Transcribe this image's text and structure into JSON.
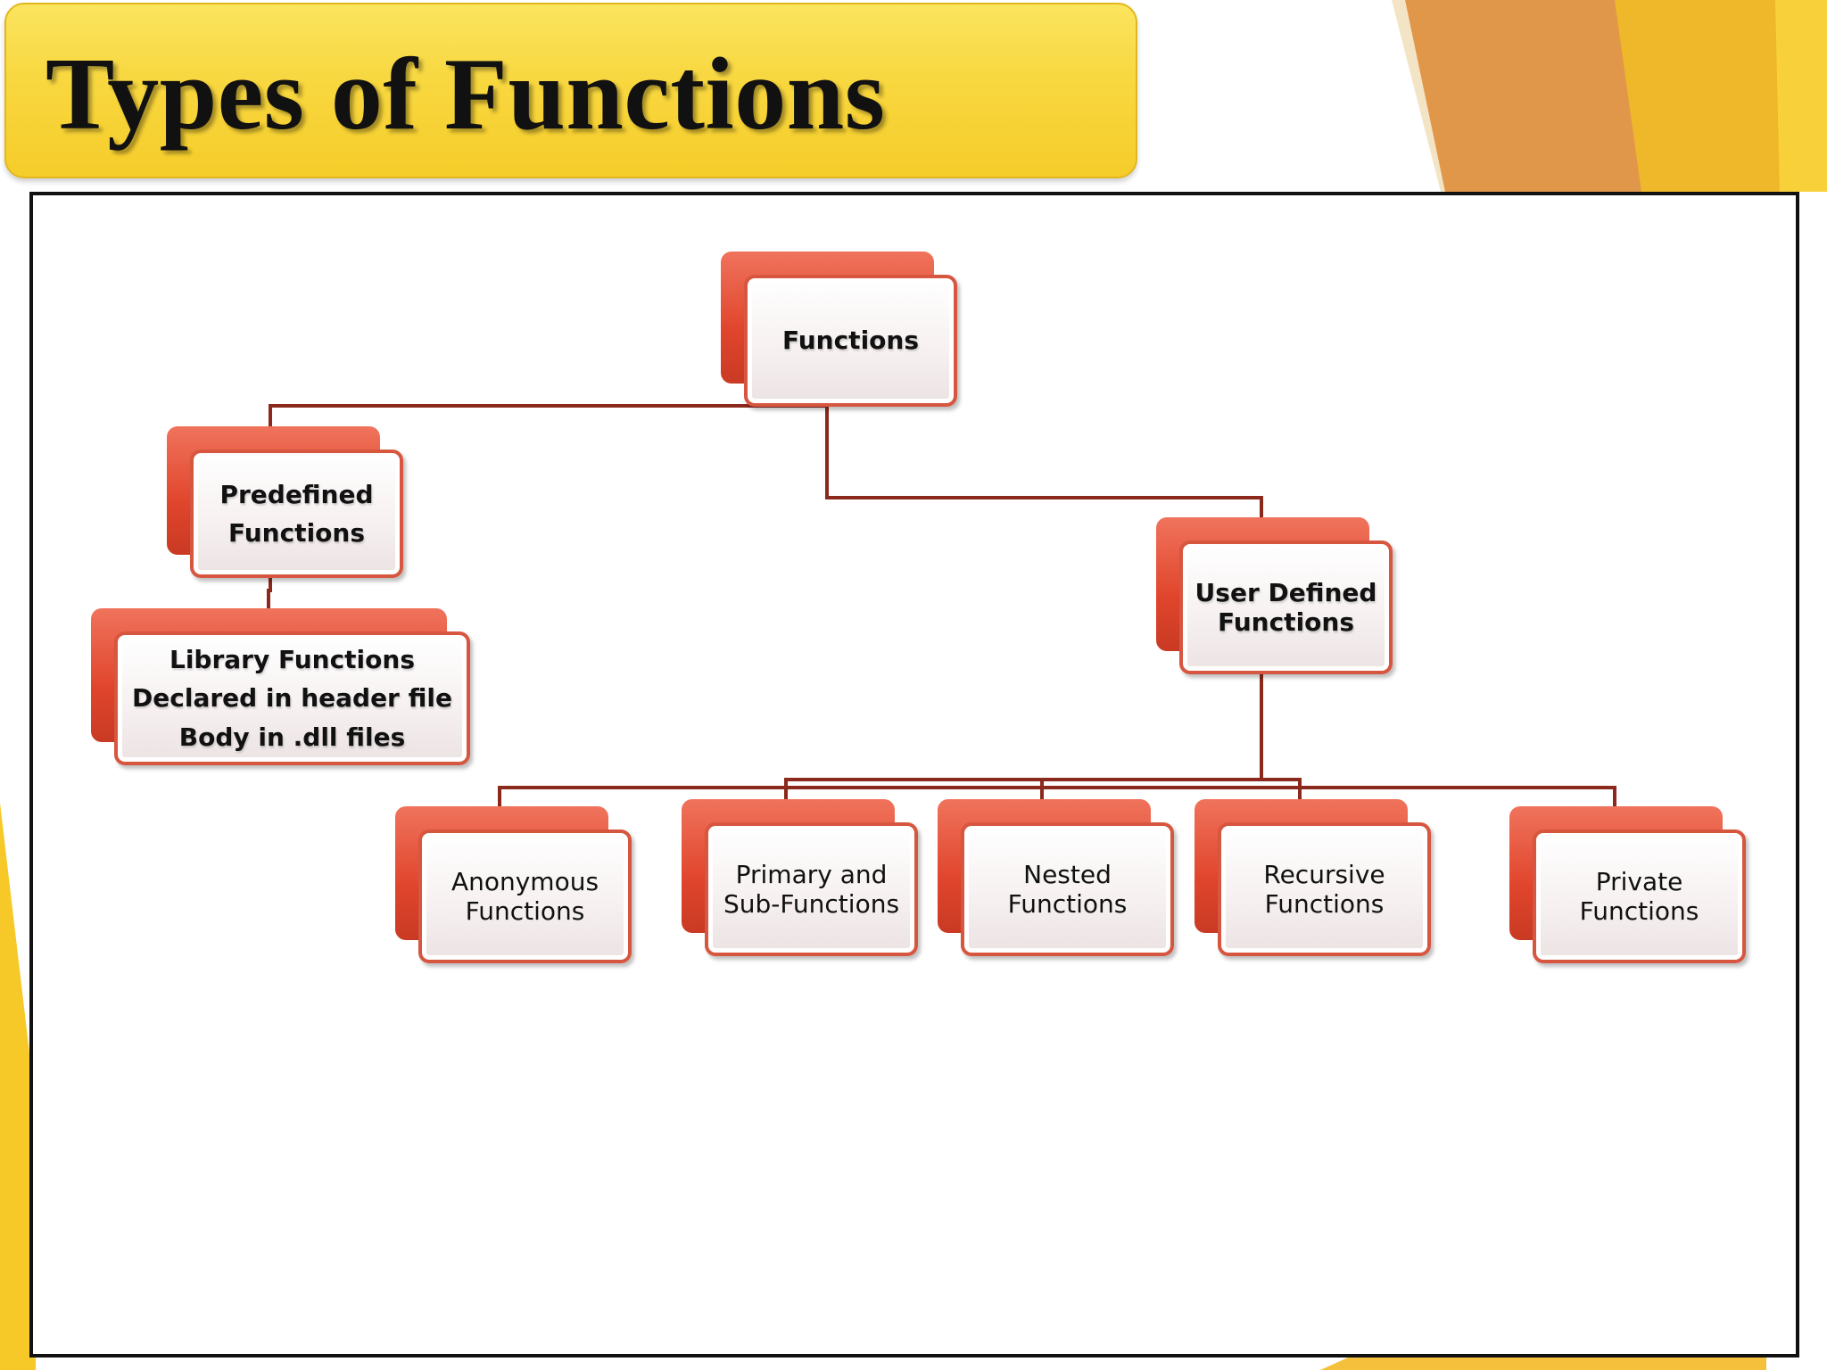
{
  "slide": {
    "title": "Types of Functions"
  },
  "diagram": {
    "root": {
      "lines": [
        "Functions"
      ]
    },
    "predefined": {
      "lines": [
        "Predefined",
        "Functions"
      ]
    },
    "library": {
      "lines": [
        "Library Functions",
        "Declared in header file",
        "Body in .dll files"
      ]
    },
    "user_defined": {
      "lines": [
        "User Defined",
        "Functions"
      ]
    },
    "anonymous": {
      "lines": [
        "Anonymous",
        "Functions"
      ]
    },
    "primary_sub": {
      "lines": [
        "Primary and",
        "Sub-Functions"
      ]
    },
    "nested": {
      "lines": [
        "Nested",
        "Functions"
      ]
    },
    "recursive": {
      "lines": [
        "Recursive",
        "Functions"
      ]
    },
    "private": {
      "lines": [
        "Private",
        "Functions"
      ]
    }
  },
  "colors": {
    "title_bar": "#f8d73f",
    "node_back": "#e0452c",
    "node_border": "#d7563f",
    "connector": "#8b2a1c",
    "panel_border": "#111111"
  }
}
